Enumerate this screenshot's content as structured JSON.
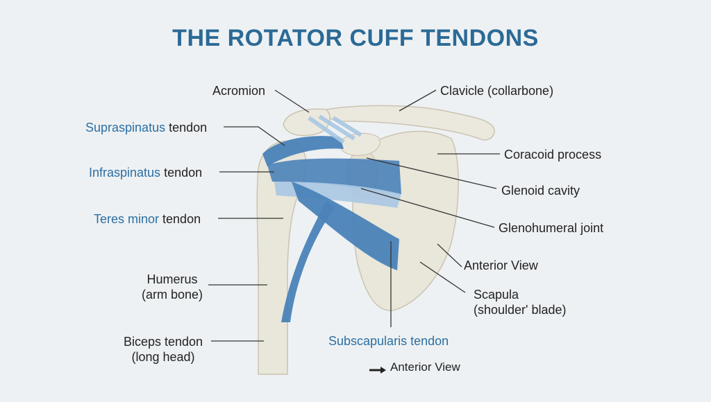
{
  "title": "THE ROTATOR CUFF TENDONS",
  "colors": {
    "accent": "#2b6a96",
    "tendon": "#4a82b8",
    "tendon_light": "#a9c6e2",
    "bone": "#e9e6da",
    "bone_edge": "#c9c4b2",
    "background": "#eef1f3"
  },
  "labels": {
    "acromion": "Acromion",
    "clavicle": "Clavicle (collarbone)",
    "supraspinatus_name": "Supraspinatus",
    "supraspinatus_suffix": " tendon",
    "infraspinatus_name": "Infraspinatus",
    "infraspinatus_suffix": " tendon",
    "teres_minor_name": "Teres minor",
    "teres_minor_suffix": " tendon",
    "humerus_line1": "Humerus",
    "humerus_line2": "(arm bone)",
    "biceps_line1": "Biceps tendon",
    "biceps_line2": "(long head)",
    "coracoid": "Coracoid process",
    "glenoid": "Glenoid cavity",
    "glenohumeral": "Glenohumeral joint",
    "anterior_view": "Anterior View",
    "scapula_line1": "Scapula",
    "scapula_line2": "(shoulder' blade)",
    "subscapularis": "Subscapularis tendon",
    "bottom_view": "Anterior View"
  }
}
